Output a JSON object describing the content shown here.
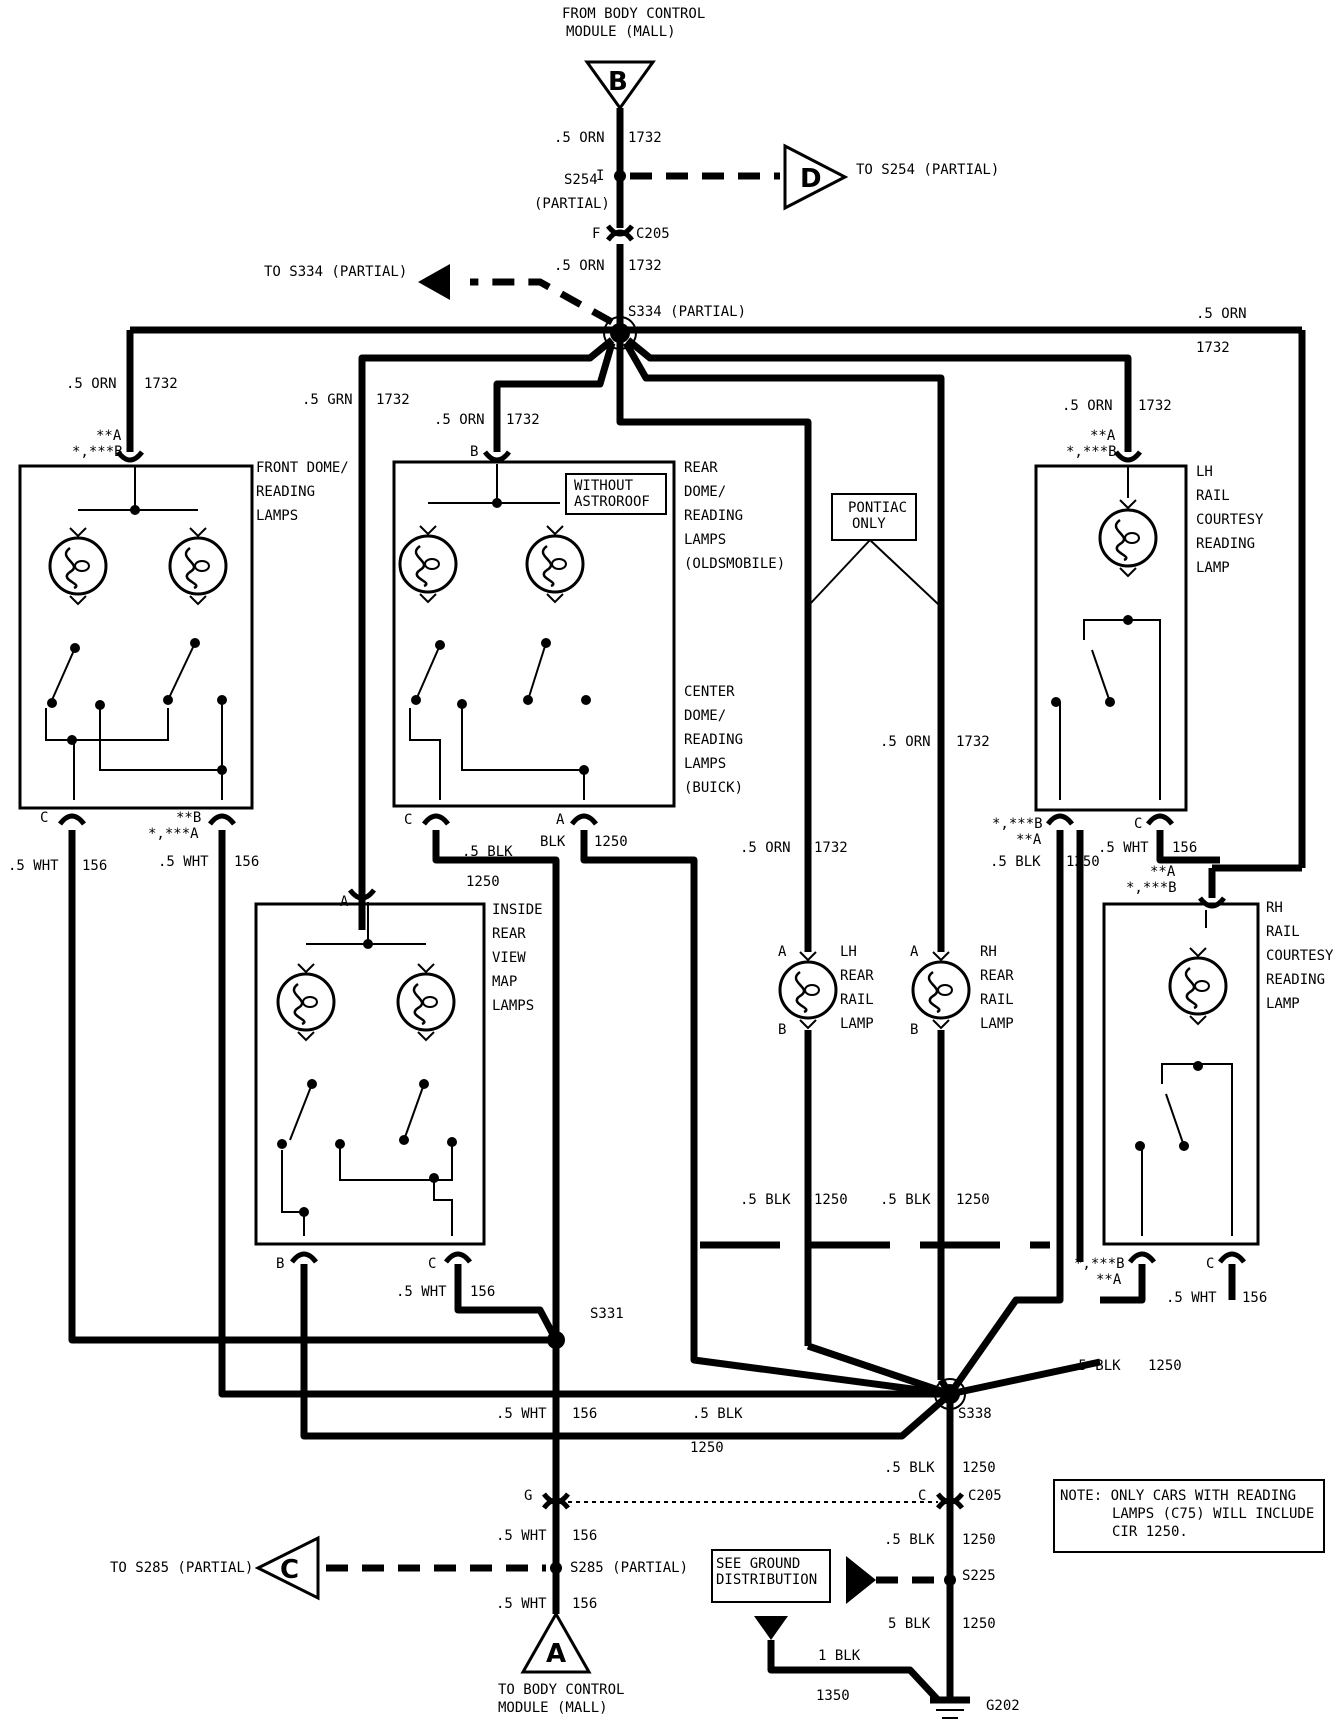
{
  "top": {
    "source": [
      "FROM BODY CONTROL",
      "MODULE (MALL)"
    ],
    "connector_b": "B",
    "w1": [
      ".5 ORN",
      "1732"
    ],
    "s254": "S254",
    "partial": "(PARTIAL)",
    "pin_i": "I",
    "to_s254": "TO S254 (PARTIAL)",
    "connector_d": "D",
    "pin_f": "F",
    "c205": "C205",
    "w2": [
      ".5 ORN",
      "1732"
    ],
    "to_s334": "TO S334 (PARTIAL)",
    "s334": "S334 (PARTIAL)"
  },
  "wires": {
    "orn": ".5 ORN",
    "grn": ".5 GRN",
    "num_1732": "1732",
    "wht": ".5 WHT",
    "num_156": "156",
    "blk": ".5 BLK",
    "blk_short": "BLK",
    "num_1250": "1250",
    "blk5": "5 BLK",
    "blk1": "1 BLK",
    "num_1350": "1350"
  },
  "pins": {
    "a": "A",
    "b": "B",
    "c": "C",
    "g": "G",
    "dstar_a": "**A",
    "star_b": "*,***B",
    "dstar_b": "**B",
    "star_a": "*,***A"
  },
  "components": {
    "front_dome": [
      "FRONT DOME/",
      "READING",
      "LAMPS"
    ],
    "rear_dome": [
      "REAR",
      "DOME/",
      "READING",
      "LAMPS",
      "(OLDSMOBILE)"
    ],
    "center_dome": [
      "CENTER",
      "DOME/",
      "READING",
      "LAMPS",
      "(BUICK)"
    ],
    "without_astroroof": [
      "WITHOUT",
      "ASTROROOF"
    ],
    "pontiac_only": [
      "PONTIAC",
      "ONLY"
    ],
    "lh_rail": [
      "LH",
      "RAIL",
      "COURTESY",
      "READING",
      "LAMP"
    ],
    "rh_rail": [
      "RH",
      "RAIL",
      "COURTESY",
      "READING",
      "LAMP"
    ],
    "inside_rear": [
      "INSIDE",
      "REAR",
      "VIEW",
      "MAP",
      "LAMPS"
    ],
    "lh_rear_rail": [
      "LH",
      "REAR",
      "RAIL",
      "LAMP"
    ],
    "rh_rear_rail": [
      "RH",
      "REAR",
      "RAIL",
      "LAMP"
    ]
  },
  "splices": {
    "s331": "S331",
    "s338": "S338",
    "s285": "S285 (PARTIAL)",
    "s225": "S225",
    "g202": "G202",
    "c205": "C205"
  },
  "bottom": {
    "to_s285": "TO S285 (PARTIAL)",
    "connector_c": "C",
    "connector_a": "A",
    "dest": [
      "TO BODY CONTROL",
      "MODULE (MALL)"
    ],
    "see_ground": [
      "SEE GROUND",
      "DISTRIBUTION"
    ]
  },
  "note": [
    "NOTE: ONLY CARS WITH READING",
    "LAMPS (C75) WILL INCLUDE",
    "CIR 1250."
  ]
}
